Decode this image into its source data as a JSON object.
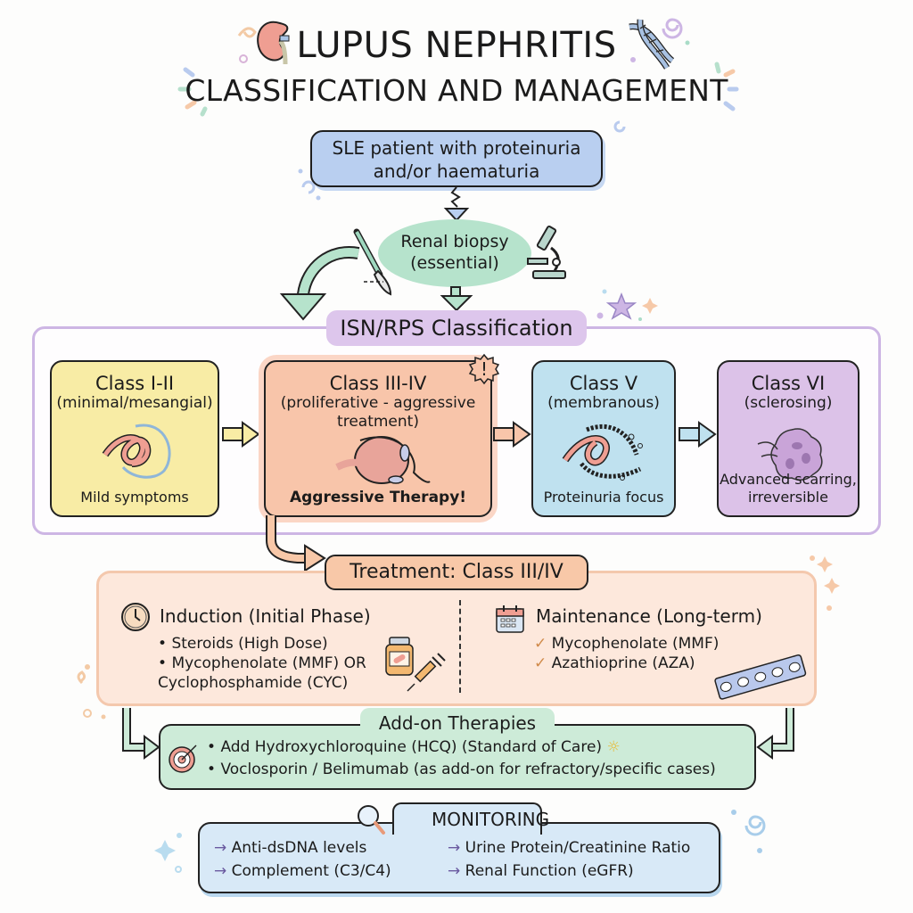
{
  "header": {
    "title_line1": "LUPUS NEPHRITIS",
    "title_line2": "CLASSIFICATION AND MANAGEMENT",
    "icons": [
      "kidney-icon",
      "dna-icon"
    ]
  },
  "flow": {
    "start": {
      "line1": "SLE patient with proteinuria",
      "line2": "and/or haematuria"
    },
    "biopsy": {
      "line1": "Renal biopsy",
      "line2": "(essential)",
      "icons": [
        "scalpel-icon",
        "microscope-icon"
      ]
    },
    "classification_label": "ISN/RPS Classification"
  },
  "classes": [
    {
      "title": "Class I-II",
      "subtitle": "(minimal/mesangial)",
      "footer": "Mild symptoms",
      "color": "#f8eca5"
    },
    {
      "title": "Class III-IV",
      "subtitle": "(proliferative - aggressive treatment)",
      "footer": "Aggressive Therapy!",
      "color": "#f8c5aa",
      "badge": "!"
    },
    {
      "title": "Class V",
      "subtitle": "(membranous)",
      "footer": "Proteinuria focus",
      "color": "#bfe1ef"
    },
    {
      "title": "Class VI",
      "subtitle": "(sclerosing)",
      "footer": "Advanced scarring, irreversible",
      "color": "#dcc2e8"
    }
  ],
  "treatment": {
    "label": "Treatment: Class III/IV",
    "induction": {
      "title": "Induction (Initial Phase)",
      "items": [
        "Steroids (High Dose)",
        "Mycophenolate (MMF) OR",
        "Cyclophosphamide (CYC)"
      ]
    },
    "maintenance": {
      "title": "Maintenance (Long-term)",
      "items": [
        "Mycophenolate (MMF)",
        "Azathioprine (AZA)"
      ]
    }
  },
  "addon": {
    "label": "Add-on Therapies",
    "items": [
      "Add Hydroxychloroquine (HCQ) (Standard of Care)",
      "Voclosporin / Belimumab (as add-on for refractory/specific cases)"
    ]
  },
  "monitoring": {
    "label": "MONITORING",
    "items": [
      "Anti-dsDNA levels",
      "Urine Protein/Creatinine Ratio",
      "Complement (C3/C4)",
      "Renal Function (eGFR)"
    ]
  },
  "colors": {
    "blue": "#b9cff0",
    "green": "#b6e3cc",
    "purple": "#ddc6ec",
    "peach": "#f8c8a8",
    "yellow": "#f8eca5"
  }
}
